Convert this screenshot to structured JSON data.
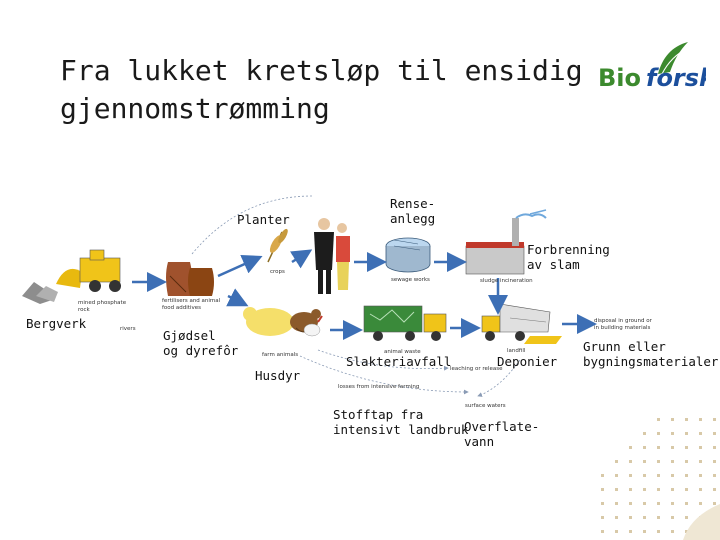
{
  "title_line1": "Fra lukket kretsløp til ensidig",
  "title_line2": "gjennomstrømming",
  "logo": {
    "text": "Bioforsk",
    "colors": {
      "green": "#3c8a2e",
      "blue": "#1c4f9c"
    }
  },
  "labels": {
    "planter": "Planter",
    "renseanlegg": "Rense-\nanlegg",
    "forbrenning": "Forbrenning\nav slam",
    "bergverk": "Bergverk",
    "gjodsel": "Gjødsel\nog dyrefôr",
    "husdyr": "Husdyr",
    "slakteriavfall": "Slakteriavfall",
    "deponier": "Deponier",
    "grunn": "Grunn eller\nbygningsmaterialer",
    "stofftap": "Stofftap fra\nintensivt landbruk",
    "overflatevann": "Overflate-\nvann"
  },
  "small_labels": {
    "mined_rock": "mined phosphate\nrock",
    "fertilisers": "fertilisers and animal\nfood additives",
    "crops": "crops",
    "sewage": "sewage works",
    "sludge": "sludge incineration",
    "farm_animals": "farm animals",
    "animal_waste": "animal waste",
    "landfill": "landfill",
    "disposal": "disposal in ground or\nin building materials",
    "leaching": "leaching or release",
    "losses": "losses from intensive farming",
    "surface": "surface waters",
    "rivers": "rivers"
  },
  "colors": {
    "arrow": "#3d6fb5",
    "truck": "#f0c419",
    "truck_green": "#3a8a3a",
    "dots": "#d8c9a8"
  }
}
